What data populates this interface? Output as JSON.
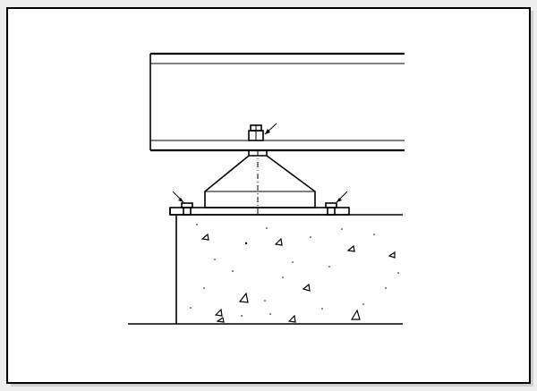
{
  "drawing": {
    "components": [
      {
        "id": "steel-beam",
        "kind": "i-beam"
      },
      {
        "id": "anchor-bolt",
        "kind": "bolt-nut",
        "count": 3
      },
      {
        "id": "conical-bearing",
        "kind": "base-plate-pedestal"
      },
      {
        "id": "concrete-foundation",
        "kind": "concrete-block"
      },
      {
        "id": "ground-line",
        "kind": "line"
      }
    ],
    "colors": {
      "line": "#000000",
      "background": "#ffffff",
      "page": "#f4f4f4"
    }
  }
}
